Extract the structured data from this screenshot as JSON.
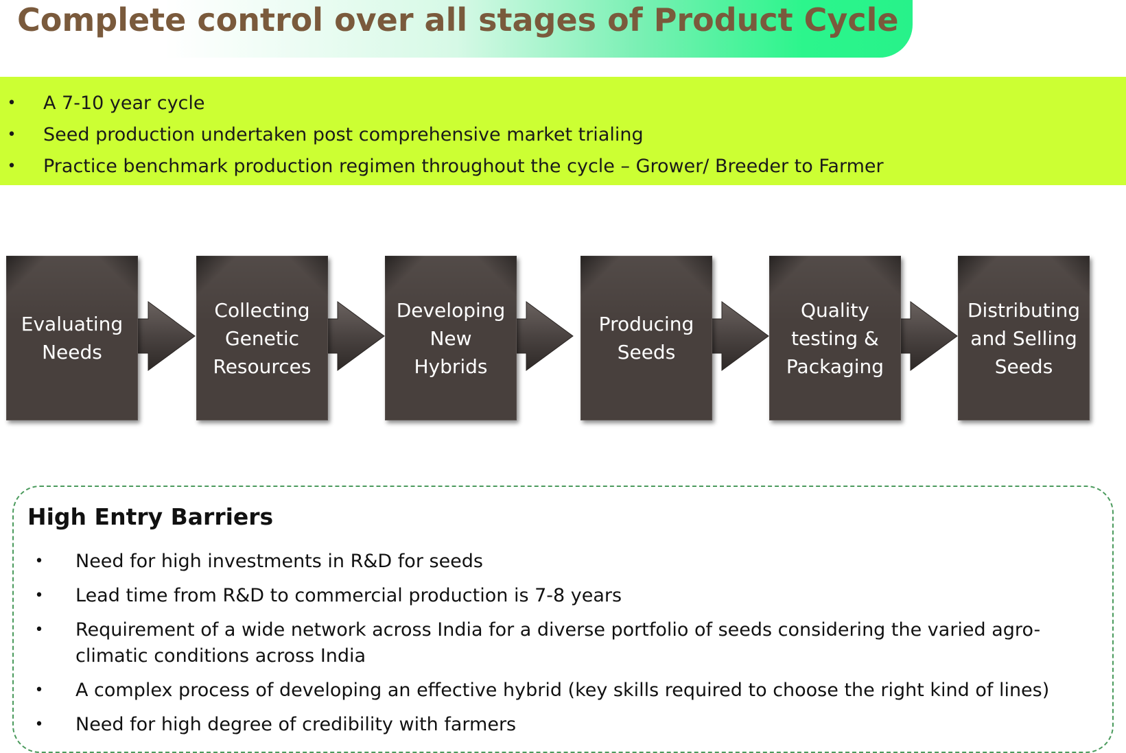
{
  "title": "Complete control over all stages of Product Cycle",
  "key_points": [
    "A 7-10 year cycle",
    "Seed production undertaken post comprehensive market trialing",
    "Practice benchmark production regimen throughout the cycle – Grower/ Breeder to Farmer"
  ],
  "bullet_symbol": "•",
  "process_steps": [
    "Evaluating\nNeeds",
    "Collecting\nGenetic\nResources",
    "Developing\nNew\nHybrids",
    "Producing\nSeeds",
    "Quality\ntesting &\nPackaging",
    "Distributing\nand Selling\nSeeds"
  ],
  "barriers": {
    "heading": "High Entry Barriers",
    "items": [
      "Need for high investments in R&D for seeds",
      "Lead time from R&D to commercial production is 7-8 years",
      "Requirement of a wide network across India for a diverse portfolio of seeds considering the varied agro-climatic conditions across India",
      "A complex process of developing an effective hybrid (key skills required to choose the right kind of lines)",
      "Need for high degree of credibility with farmers"
    ]
  },
  "colors": {
    "title_text": "#7a5a3c",
    "banner_green": "#27f28a",
    "highlight_band": "#ccff33",
    "step_box": "#48403d",
    "arrow": "#4a4341",
    "dashed_border": "#4a9a5c"
  }
}
